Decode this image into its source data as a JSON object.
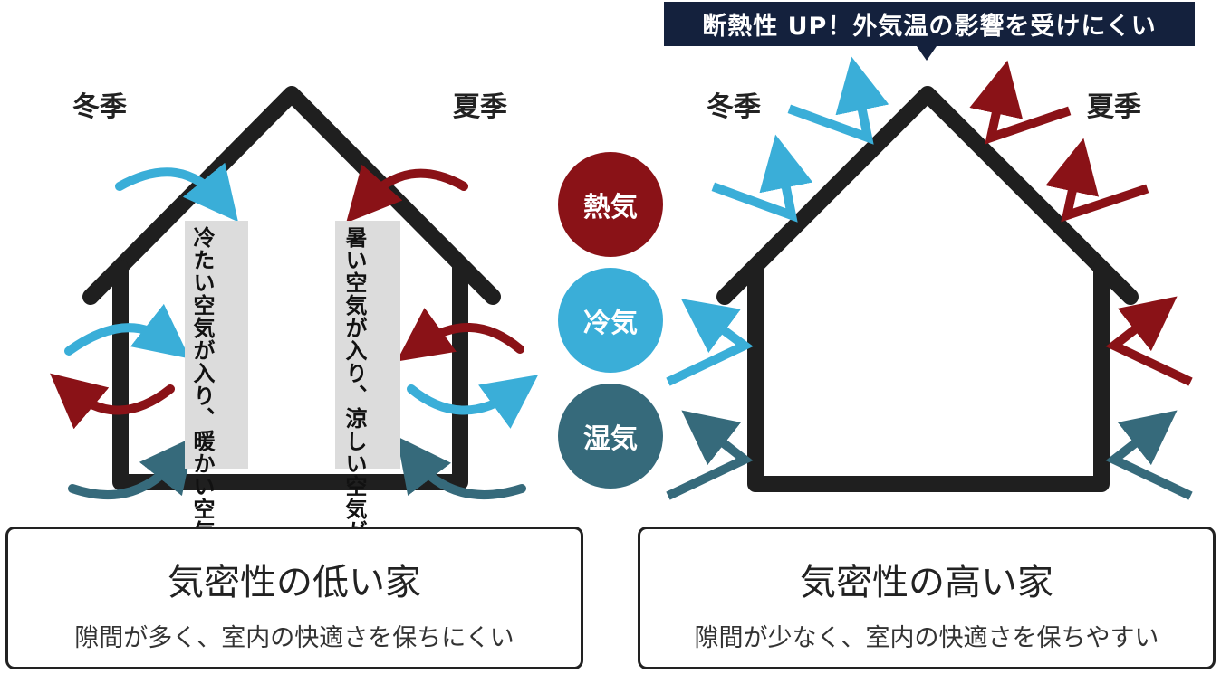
{
  "banner": {
    "text": "断熱性 UP！外気温の影響を受けにくい"
  },
  "left_house": {
    "winter_label": "冬季",
    "summer_label": "夏季",
    "winter_note": "冷たい空気が入り、暖かい空気が逃げる",
    "summer_note": "暑い空気が入り、涼しい空気が逃げる",
    "card": {
      "title": "気密性の低い家",
      "subtitle": "隙間が多く、室内の快適さを保ちにくい"
    }
  },
  "right_house": {
    "winter_label": "冬季",
    "summer_label": "夏季",
    "card": {
      "title": "気密性の高い家",
      "subtitle": "隙間が少なく、室内の快適さを保ちやすい"
    }
  },
  "legend": [
    {
      "label": "熱気",
      "color": "#8a1217"
    },
    {
      "label": "冷気",
      "color": "#3aaed8"
    },
    {
      "label": "湿気",
      "color": "#366a7b"
    }
  ],
  "colors": {
    "house_outline": "#1f1f1f",
    "heat": "#8a1217",
    "cold": "#3aaed8",
    "humid": "#366a7b",
    "banner_bg": "#14213d"
  }
}
